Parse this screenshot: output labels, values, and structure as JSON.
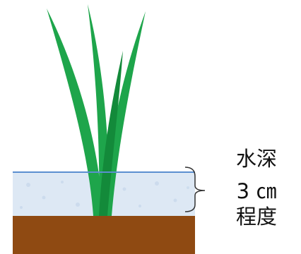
{
  "label": {
    "line1": "水深",
    "line2": "3 ㎝",
    "line3": "程度"
  },
  "colors": {
    "plant": "#1ea54b",
    "plant_dark": "#138a3a",
    "water": "#dde8f4",
    "water_surface": "#5b8fd0",
    "soil": "#8f4a12",
    "bracket": "#333333"
  }
}
